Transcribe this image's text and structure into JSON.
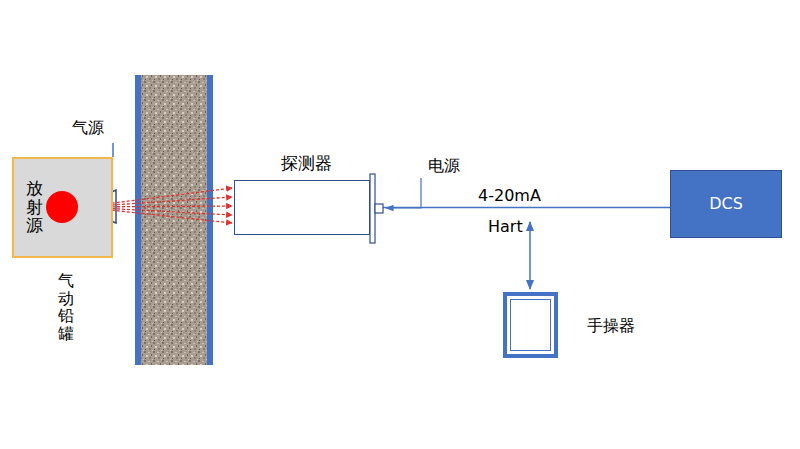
{
  "diagram": {
    "nodes": [
      {
        "text": [
          "放射源",
          "气动铅罐"
        ]
      },
      {
        "text": [
          "探测器"
        ]
      },
      {
        "text": [
          "DCS"
        ]
      },
      {
        "text": [
          "手操器"
        ]
      }
    ],
    "edges": [
      {
        "from": 1,
        "to": 2,
        "arrow": "none",
        "label": "4-20mA"
      }
    ],
    "labels": [
      "气源",
      "电源",
      "Hart"
    ]
  }
}
